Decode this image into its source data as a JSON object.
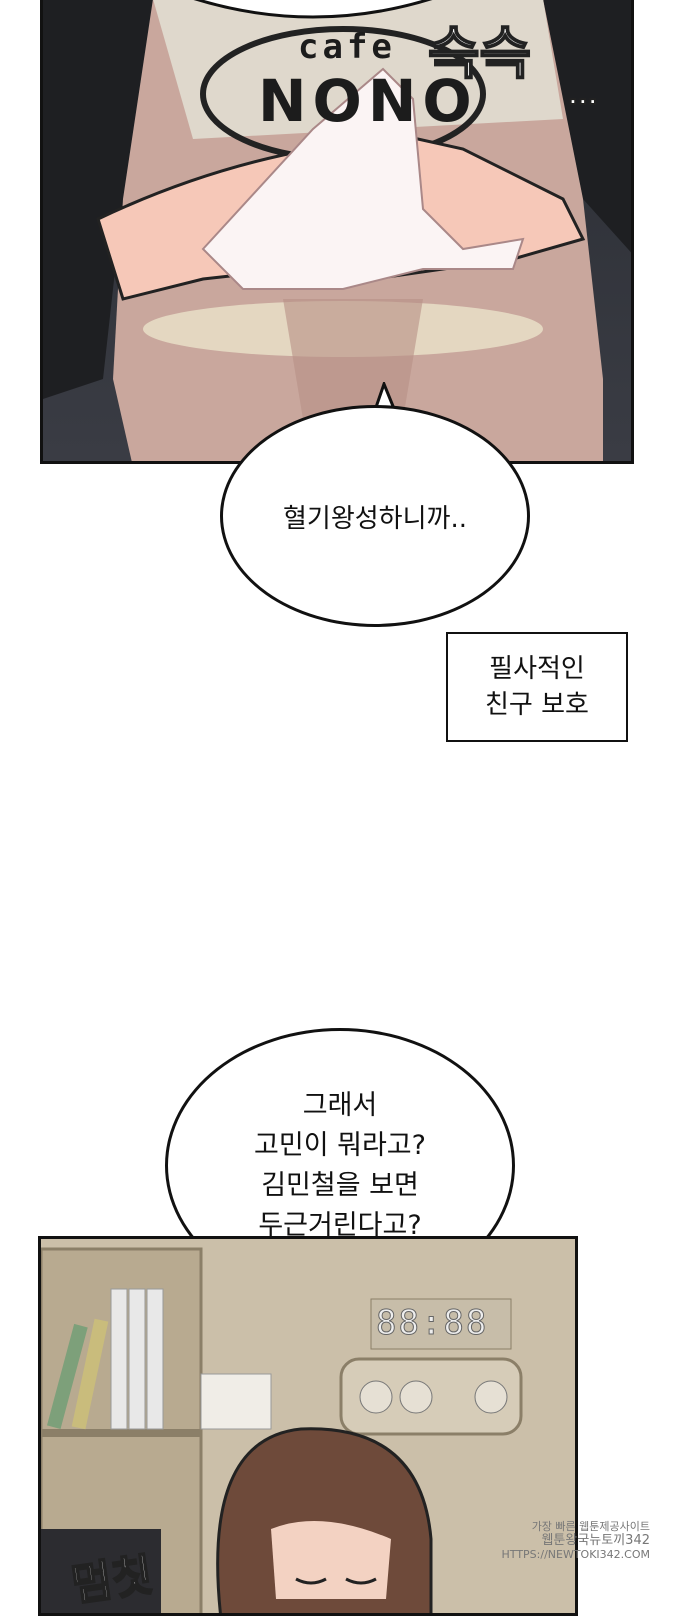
{
  "top_panel": {
    "shirt_text_cafe": "cafe",
    "shirt_text_brand": "NONO",
    "sfx": "슥슥",
    "sfx_trail": "..."
  },
  "bubble1": {
    "text": "혈기왕성하니까.."
  },
  "caption": {
    "line1": "필사적인",
    "line2": "친구 보호"
  },
  "bubble2": {
    "lines": [
      "그래서",
      "고민이 뭐라고?",
      "김민철을 보면",
      "두근거린다고?"
    ]
  },
  "bottom_panel": {
    "clock": "88:88",
    "sfx": "멈칫"
  },
  "watermark": {
    "line1": "가장 빠른 웹툰제공사이트",
    "line2": "웹툰왕국뉴토끼342",
    "line3": "HTTPS://NEWTOKI342.COM"
  }
}
